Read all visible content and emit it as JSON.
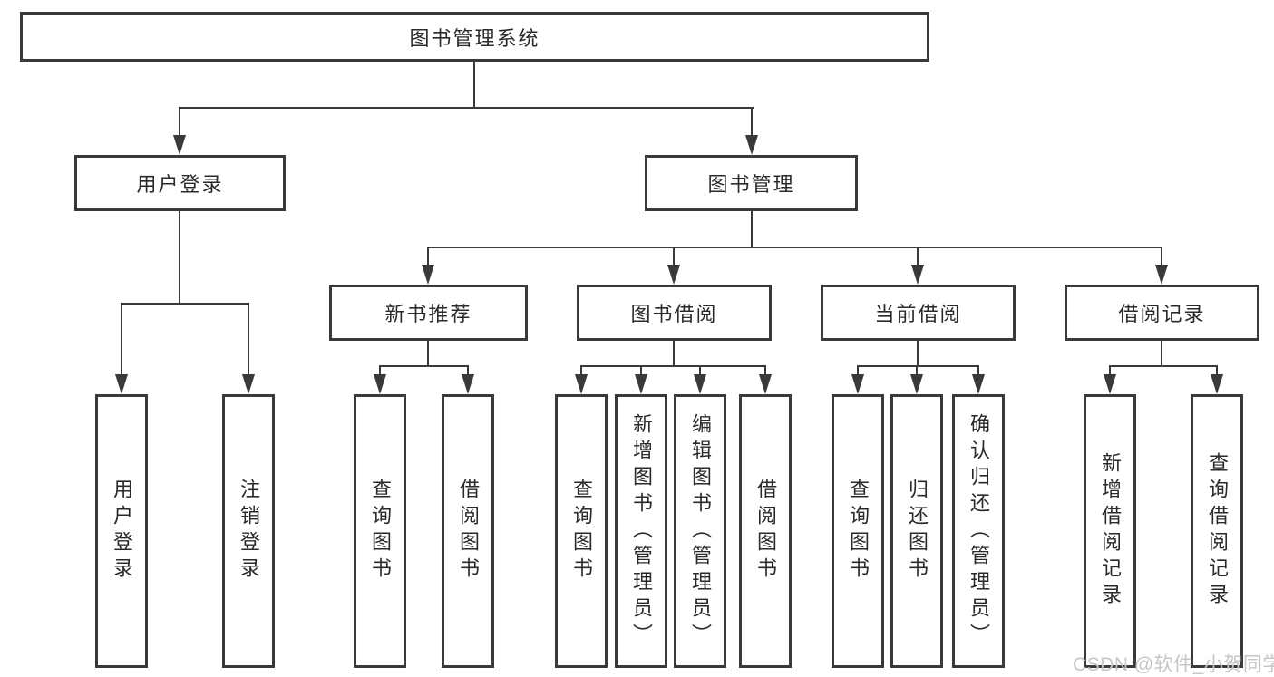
{
  "tree": {
    "root": {
      "label": "图书管理系统",
      "children": [
        {
          "label": "用户登录",
          "children": [
            {
              "label": "用户登录"
            },
            {
              "label": "注销登录"
            }
          ]
        },
        {
          "label": "图书管理",
          "children": [
            {
              "label": "新书推荐",
              "children": [
                {
                  "label": "查询图书"
                },
                {
                  "label": "借阅图书"
                }
              ]
            },
            {
              "label": "图书借阅",
              "children": [
                {
                  "label": "查询图书"
                },
                {
                  "label": "新增图书（管理员）"
                },
                {
                  "label": "编辑图书（管理员）"
                },
                {
                  "label": "借阅图书"
                }
              ]
            },
            {
              "label": "当前借阅",
              "children": [
                {
                  "label": "查询图书"
                },
                {
                  "label": "归还图书"
                },
                {
                  "label": "确认归还（管理员）"
                }
              ]
            },
            {
              "label": "借阅记录",
              "children": [
                {
                  "label": "新增借阅记录"
                },
                {
                  "label": "查询借阅记录"
                }
              ]
            }
          ]
        }
      ]
    }
  },
  "watermark": {
    "text": "CSDN @软件_小贺同学"
  },
  "colors": {
    "line": "#3a3a3a",
    "text": "#2a2a2a",
    "background": "#ffffff",
    "watermark": "#c6c6c6"
  }
}
